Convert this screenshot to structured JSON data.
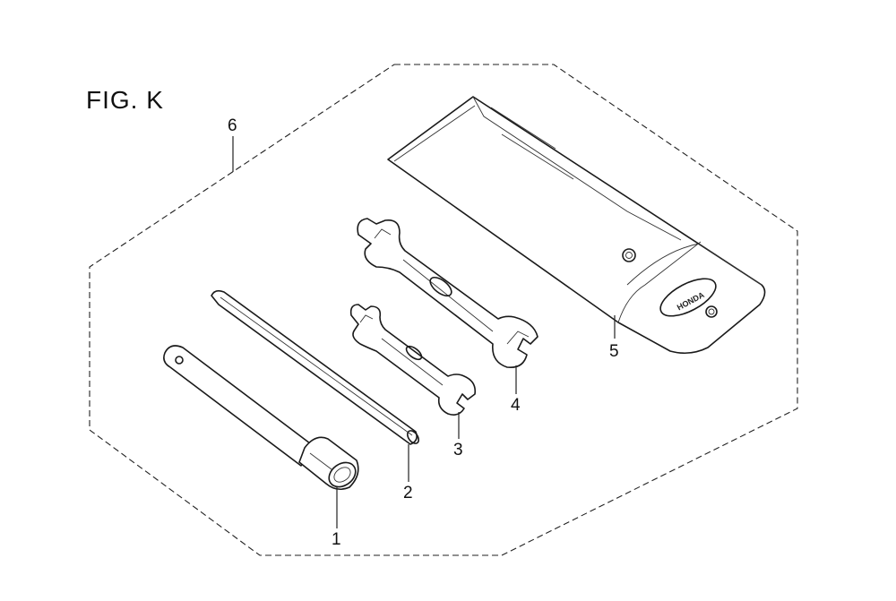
{
  "figure": {
    "title": "FIG. K",
    "callouts": {
      "p1": "1",
      "p2": "2",
      "p3": "3",
      "p4": "4",
      "p5": "5",
      "p6": "6"
    },
    "emblem_text": "HONDA"
  }
}
